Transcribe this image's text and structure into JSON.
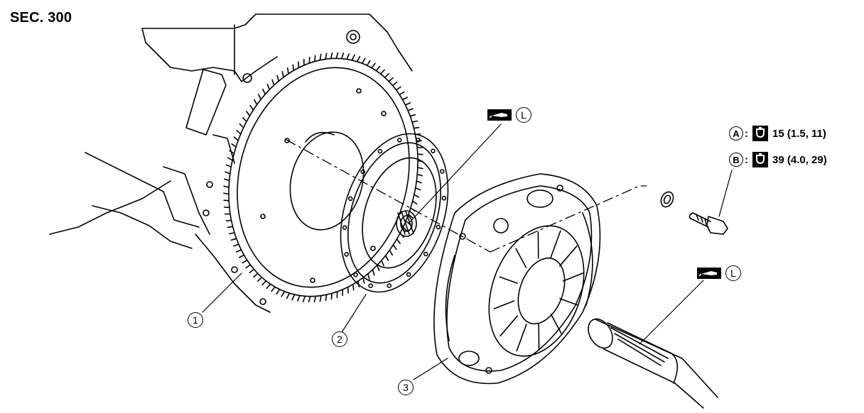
{
  "section_label": "SEC. 300",
  "torque_specs": [
    {
      "key": "A",
      "value": "15 (1.5, 11)",
      "icon": "torque-wrench-icon"
    },
    {
      "key": "B",
      "value": "39 (4.0, 29)",
      "icon": "torque-wrench-icon"
    }
  ],
  "callouts": [
    "1",
    "2",
    "3"
  ],
  "lube_tags": [
    {
      "symbol": "L",
      "icon": "grease-applicator-icon"
    },
    {
      "symbol": "L",
      "icon": "grease-applicator-icon"
    }
  ],
  "colors": {
    "line": "#000000",
    "background": "#ffffff"
  }
}
